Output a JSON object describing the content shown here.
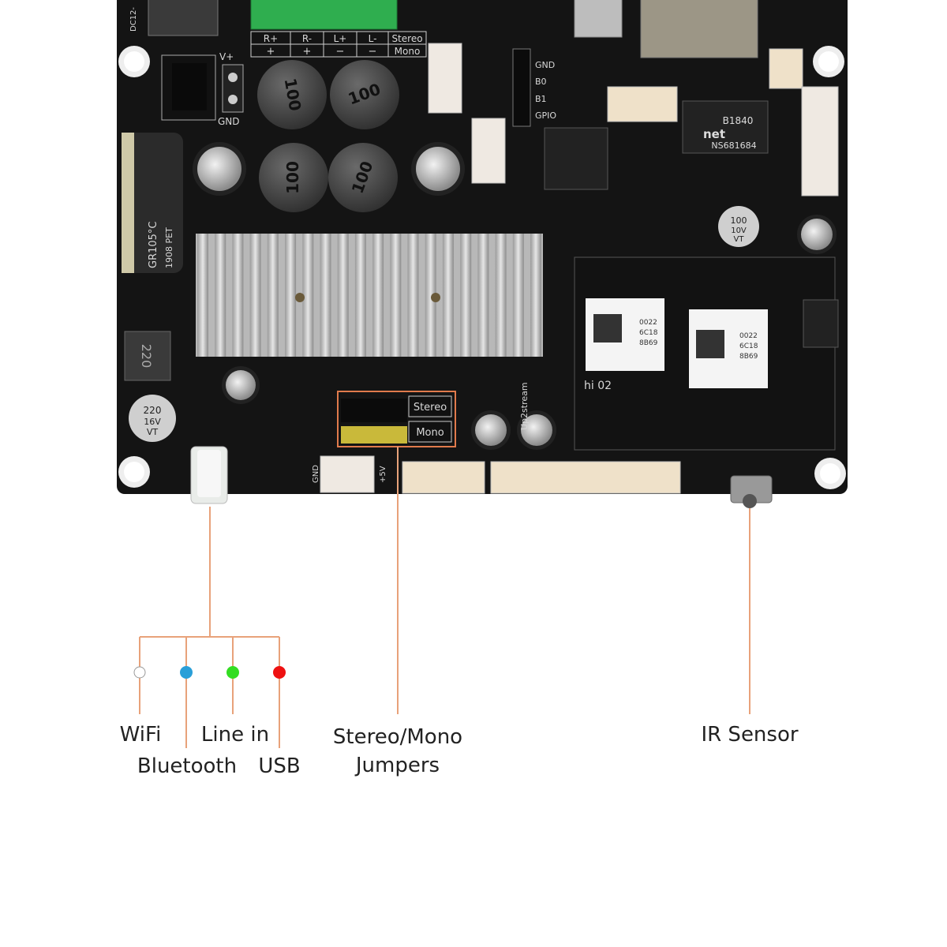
{
  "board": {
    "terminal_labels": [
      "R+",
      "R-",
      "L+",
      "L-"
    ],
    "terminal_signs": [
      "+",
      "+",
      "−",
      "−"
    ],
    "terminal_mode_stereo": "Stereo",
    "terminal_mode_mono": "Mono",
    "dc_label": "DC12-",
    "vplus_label": "V+",
    "gnd_left_label": "GND",
    "inductor_value": "100",
    "cap_large_text": "GR105°C",
    "cap_large_text2": "1908 PET",
    "cap_small_value": "220",
    "cap_small_volt": "16V",
    "cap_small_vt": "VT",
    "cap_tiny_value": "100",
    "cap_tiny_volt": "10V",
    "cap_tiny_vt": "VT",
    "inductor_small": "220",
    "header_pins": [
      "GND",
      "B0",
      "B1",
      "GPIO"
    ],
    "net_chip_line1": "B1840",
    "net_chip_line2": "net",
    "net_chip_line3": "NS681684",
    "module_code_lines": [
      "0022",
      "6C18",
      "8B69"
    ],
    "jumper_stereo": "Stereo",
    "jumper_mono": "Mono",
    "up2stream": "Up2stream",
    "gnd_bottom": "GND",
    "plus5v": "+5V",
    "module_mark": "hi 02"
  },
  "callouts": {
    "led_labels": {
      "wifi": "WiFi",
      "bluetooth": "Bluetooth",
      "line_in": "Line in",
      "usb": "USB"
    },
    "jumpers_line1": "Stereo/Mono",
    "jumpers_line2": "Jumpers",
    "ir_sensor": "IR Sensor"
  },
  "colors": {
    "callout_line": "#e8a27a",
    "jumper_box": "#e07a4c",
    "led_wifi": "#ffffff",
    "led_bluetooth": "#2a9fd8",
    "led_line_in": "#33dd22",
    "led_usb": "#ee1111",
    "pcb": "#141414",
    "heatsink": "#c9c9c9"
  }
}
